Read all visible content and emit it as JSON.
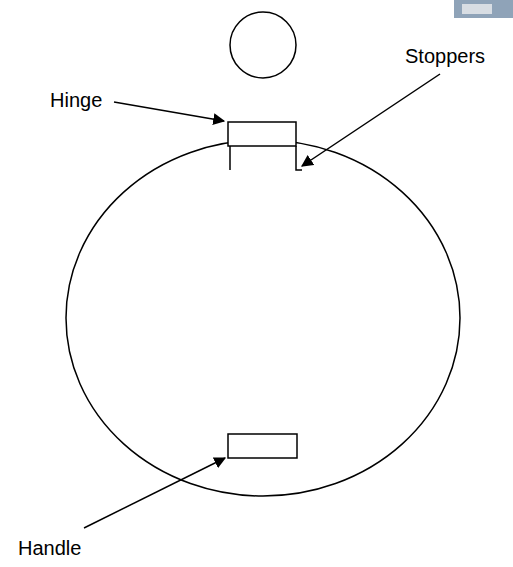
{
  "diagram": {
    "labels": [
      "Hinge",
      "Stoppers",
      "Handle"
    ]
  }
}
